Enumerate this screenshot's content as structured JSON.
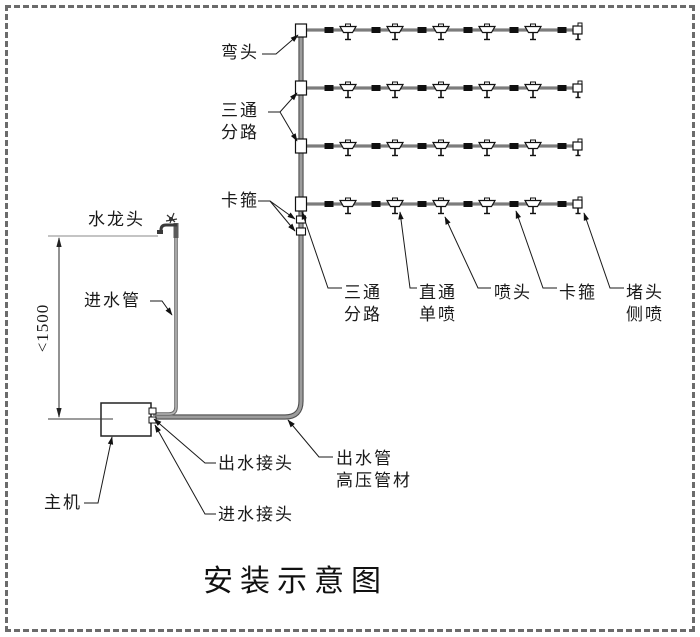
{
  "title": "安装示意图",
  "labels": {
    "elbow": "弯头",
    "tee_branch_left": "三通\n分路",
    "clamp_left": "卡箍",
    "faucet": "水龙头",
    "inlet_pipe": "进水管",
    "max_height_dimension": "<1500",
    "main_unit": "主机",
    "outlet_connector": "出水接头",
    "inlet_connector": "进水接头",
    "outlet_pipe": "出水管\n高压管材",
    "tee_branch_bottom": "三通\n分路",
    "straight_single_spray": "直通\n单喷",
    "spray_nozzle": "喷头",
    "clamp_bottom": "卡箍",
    "end_plug_side_spray": "堵头\n侧喷"
  },
  "diagram": {
    "branch_rows": 4,
    "inline_nozzles_per_row": 5,
    "clamps_per_row": 6,
    "end_nozzle_per_row": 1,
    "pipe_color": "#9c9c9c",
    "line_color": "#1a1a1a"
  }
}
